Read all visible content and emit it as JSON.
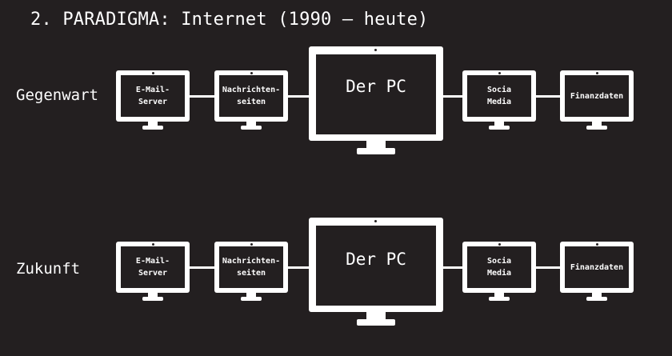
{
  "title": "2. PARADIGMA: Internet (1990 – heute)",
  "rows": [
    {
      "label": "Gegenwart",
      "monitors": {
        "mail": "E-Mail-\nServer",
        "news": "Nachrichten-\nseiten",
        "pc": "Der PC",
        "social": "Socia\nMedia",
        "finance": "Finanzdaten"
      }
    },
    {
      "label": "Zukunft",
      "monitors": {
        "mail": "E-Mail-\nServer",
        "news": "Nachrichten-\nseiten",
        "pc": "Der PC",
        "social": "Socia\nMedia",
        "finance": "Finanzdaten"
      }
    }
  ],
  "colors": {
    "background": "#231f20",
    "foreground": "#ffffff"
  }
}
